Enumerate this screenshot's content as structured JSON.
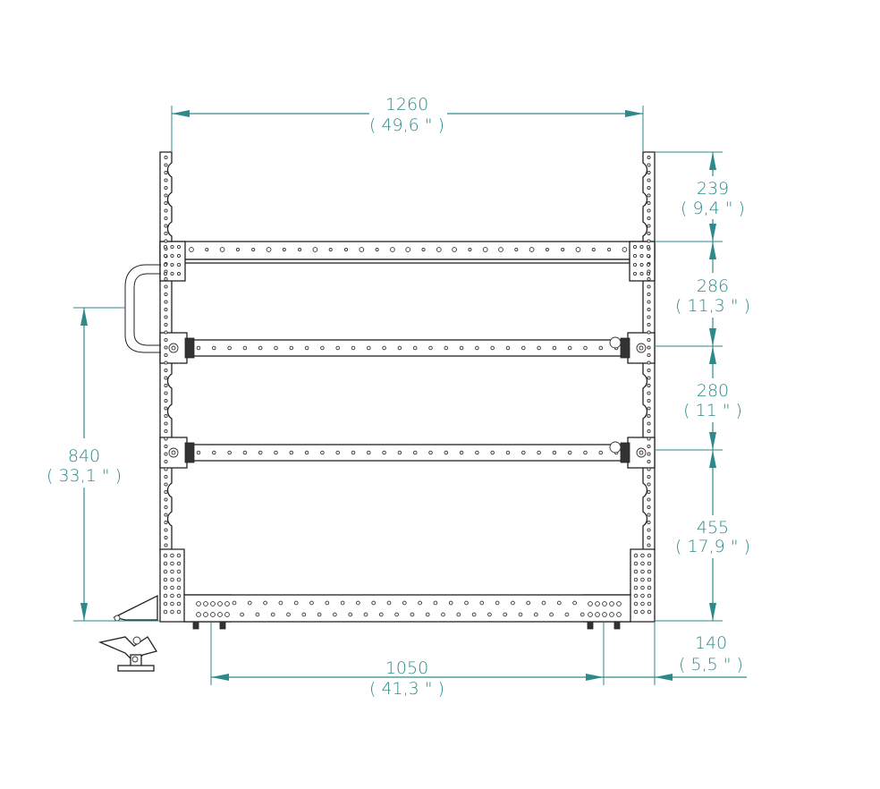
{
  "dimensions": {
    "overall_width": {
      "value": "1260",
      "imperial": "( 49,6 \" )"
    },
    "inner_width": {
      "value": "1050",
      "imperial": "( 41,3 \" )"
    },
    "overhang": {
      "value": "140",
      "imperial": "( 5,5 \" )"
    },
    "total_height": {
      "value": "840",
      "imperial": "( 33,1 \" )"
    },
    "top_gap": {
      "value": "239",
      "imperial": "( 9,4 \" )"
    },
    "shelf1_gap": {
      "value": "286",
      "imperial": "( 11,3 \" )"
    },
    "shelf2_gap": {
      "value": "280",
      "imperial": "( 11 \" )"
    },
    "bottom_gap": {
      "value": "455",
      "imperial": "( 17,9 \" )"
    }
  },
  "colors": {
    "dimension": "#2e8a8a",
    "linework": "#222222"
  }
}
